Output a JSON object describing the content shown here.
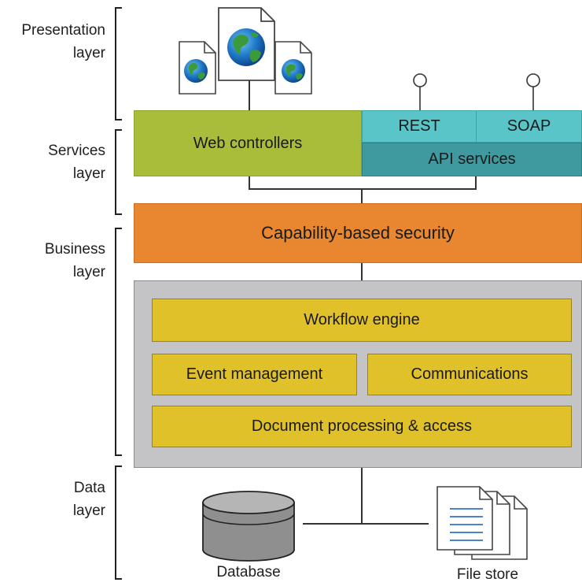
{
  "layers": {
    "presentation": [
      "Presentation",
      "layer"
    ],
    "services": [
      "Services",
      "layer"
    ],
    "business": [
      "Business",
      "layer"
    ],
    "data": [
      "Data",
      "layer"
    ]
  },
  "services": {
    "web_controllers": "Web controllers",
    "rest": "REST",
    "soap": "SOAP",
    "api_services": "API services"
  },
  "security": "Capability-based security",
  "business": {
    "workflow": "Workflow engine",
    "event": "Event management",
    "communications": "Communications",
    "document": "Document processing & access"
  },
  "data": {
    "database": "Database",
    "file_store": "File store"
  },
  "colors": {
    "web_controllers": "#a9bd3a",
    "rest_soap": "#5ac5c8",
    "api_services": "#3f9aa0",
    "security": "#e8872f",
    "business_container": "#c4c4c6",
    "business_module": "#e0c12a",
    "database": "#9a9a9a"
  },
  "icons": {
    "presentation_pages": "globe-document-icon",
    "endpoints": "lollipop-interface-icon",
    "database": "database-cylinder-icon",
    "file_store": "document-stack-icon"
  }
}
